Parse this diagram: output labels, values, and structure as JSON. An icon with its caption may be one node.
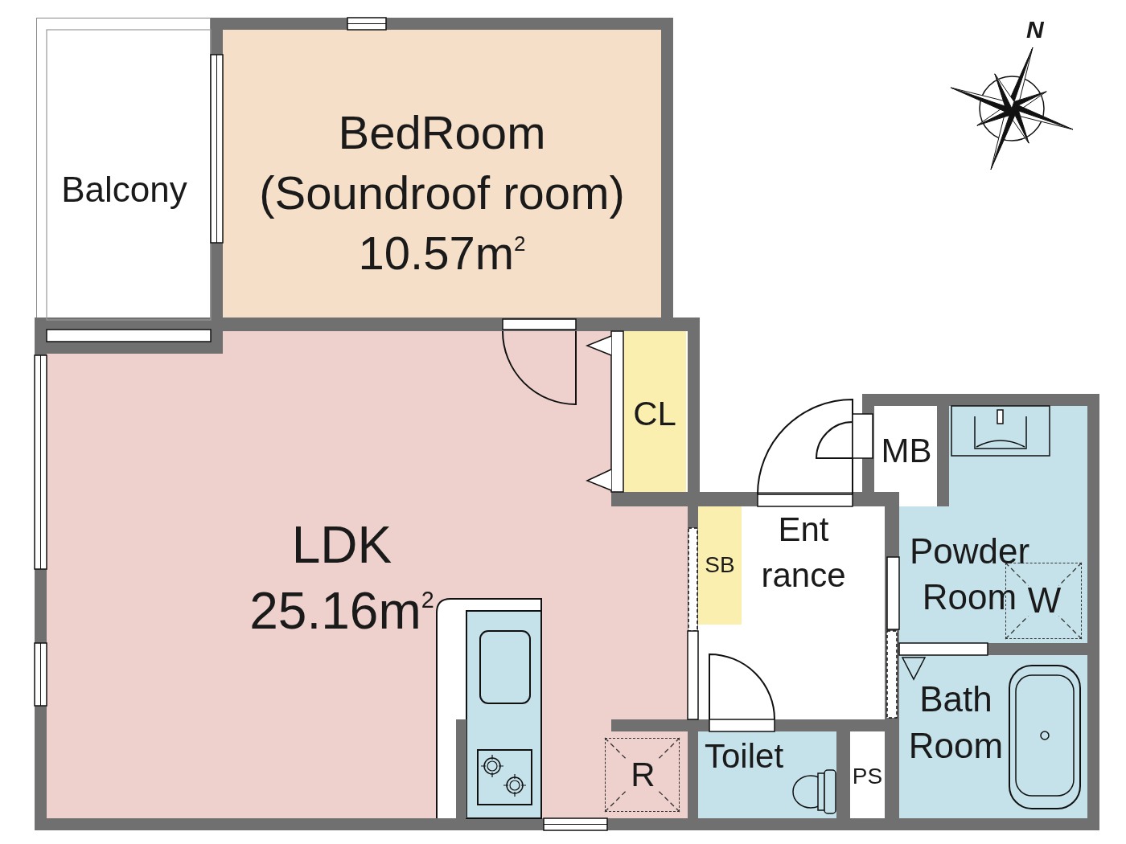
{
  "diagram": {
    "nodes": [
      {
        "text": [
          "Balcony"
        ]
      },
      {
        "text": [
          "BedRoom (Soundroof room)",
          "10.57m$^{2}$"
        ]
      },
      {
        "text": [
          "CL"
        ]
      },
      {
        "text": [
          "MB"
        ]
      },
      {
        "text": [
          "LDK",
          "25.16m$^{2}$"
        ]
      },
      {
        "text": [
          "Powder Room"
        ]
      },
      {
        "text": [
          "W"
        ],
        "in": 5
      },
      {
        "text": [
          "SB"
        ]
      },
      {
        "text": [
          "Ent rance"
        ]
      },
      {
        "text": [
          "R"
        ],
        "in": 4
      },
      {
        "text": [
          "Toilet"
        ]
      },
      {
        "text": [
          "PS"
        ]
      },
      {
        "text": [
          "Bath Room"
        ]
      }
    ],
    "labels": [
      "N"
    ]
  }
}
